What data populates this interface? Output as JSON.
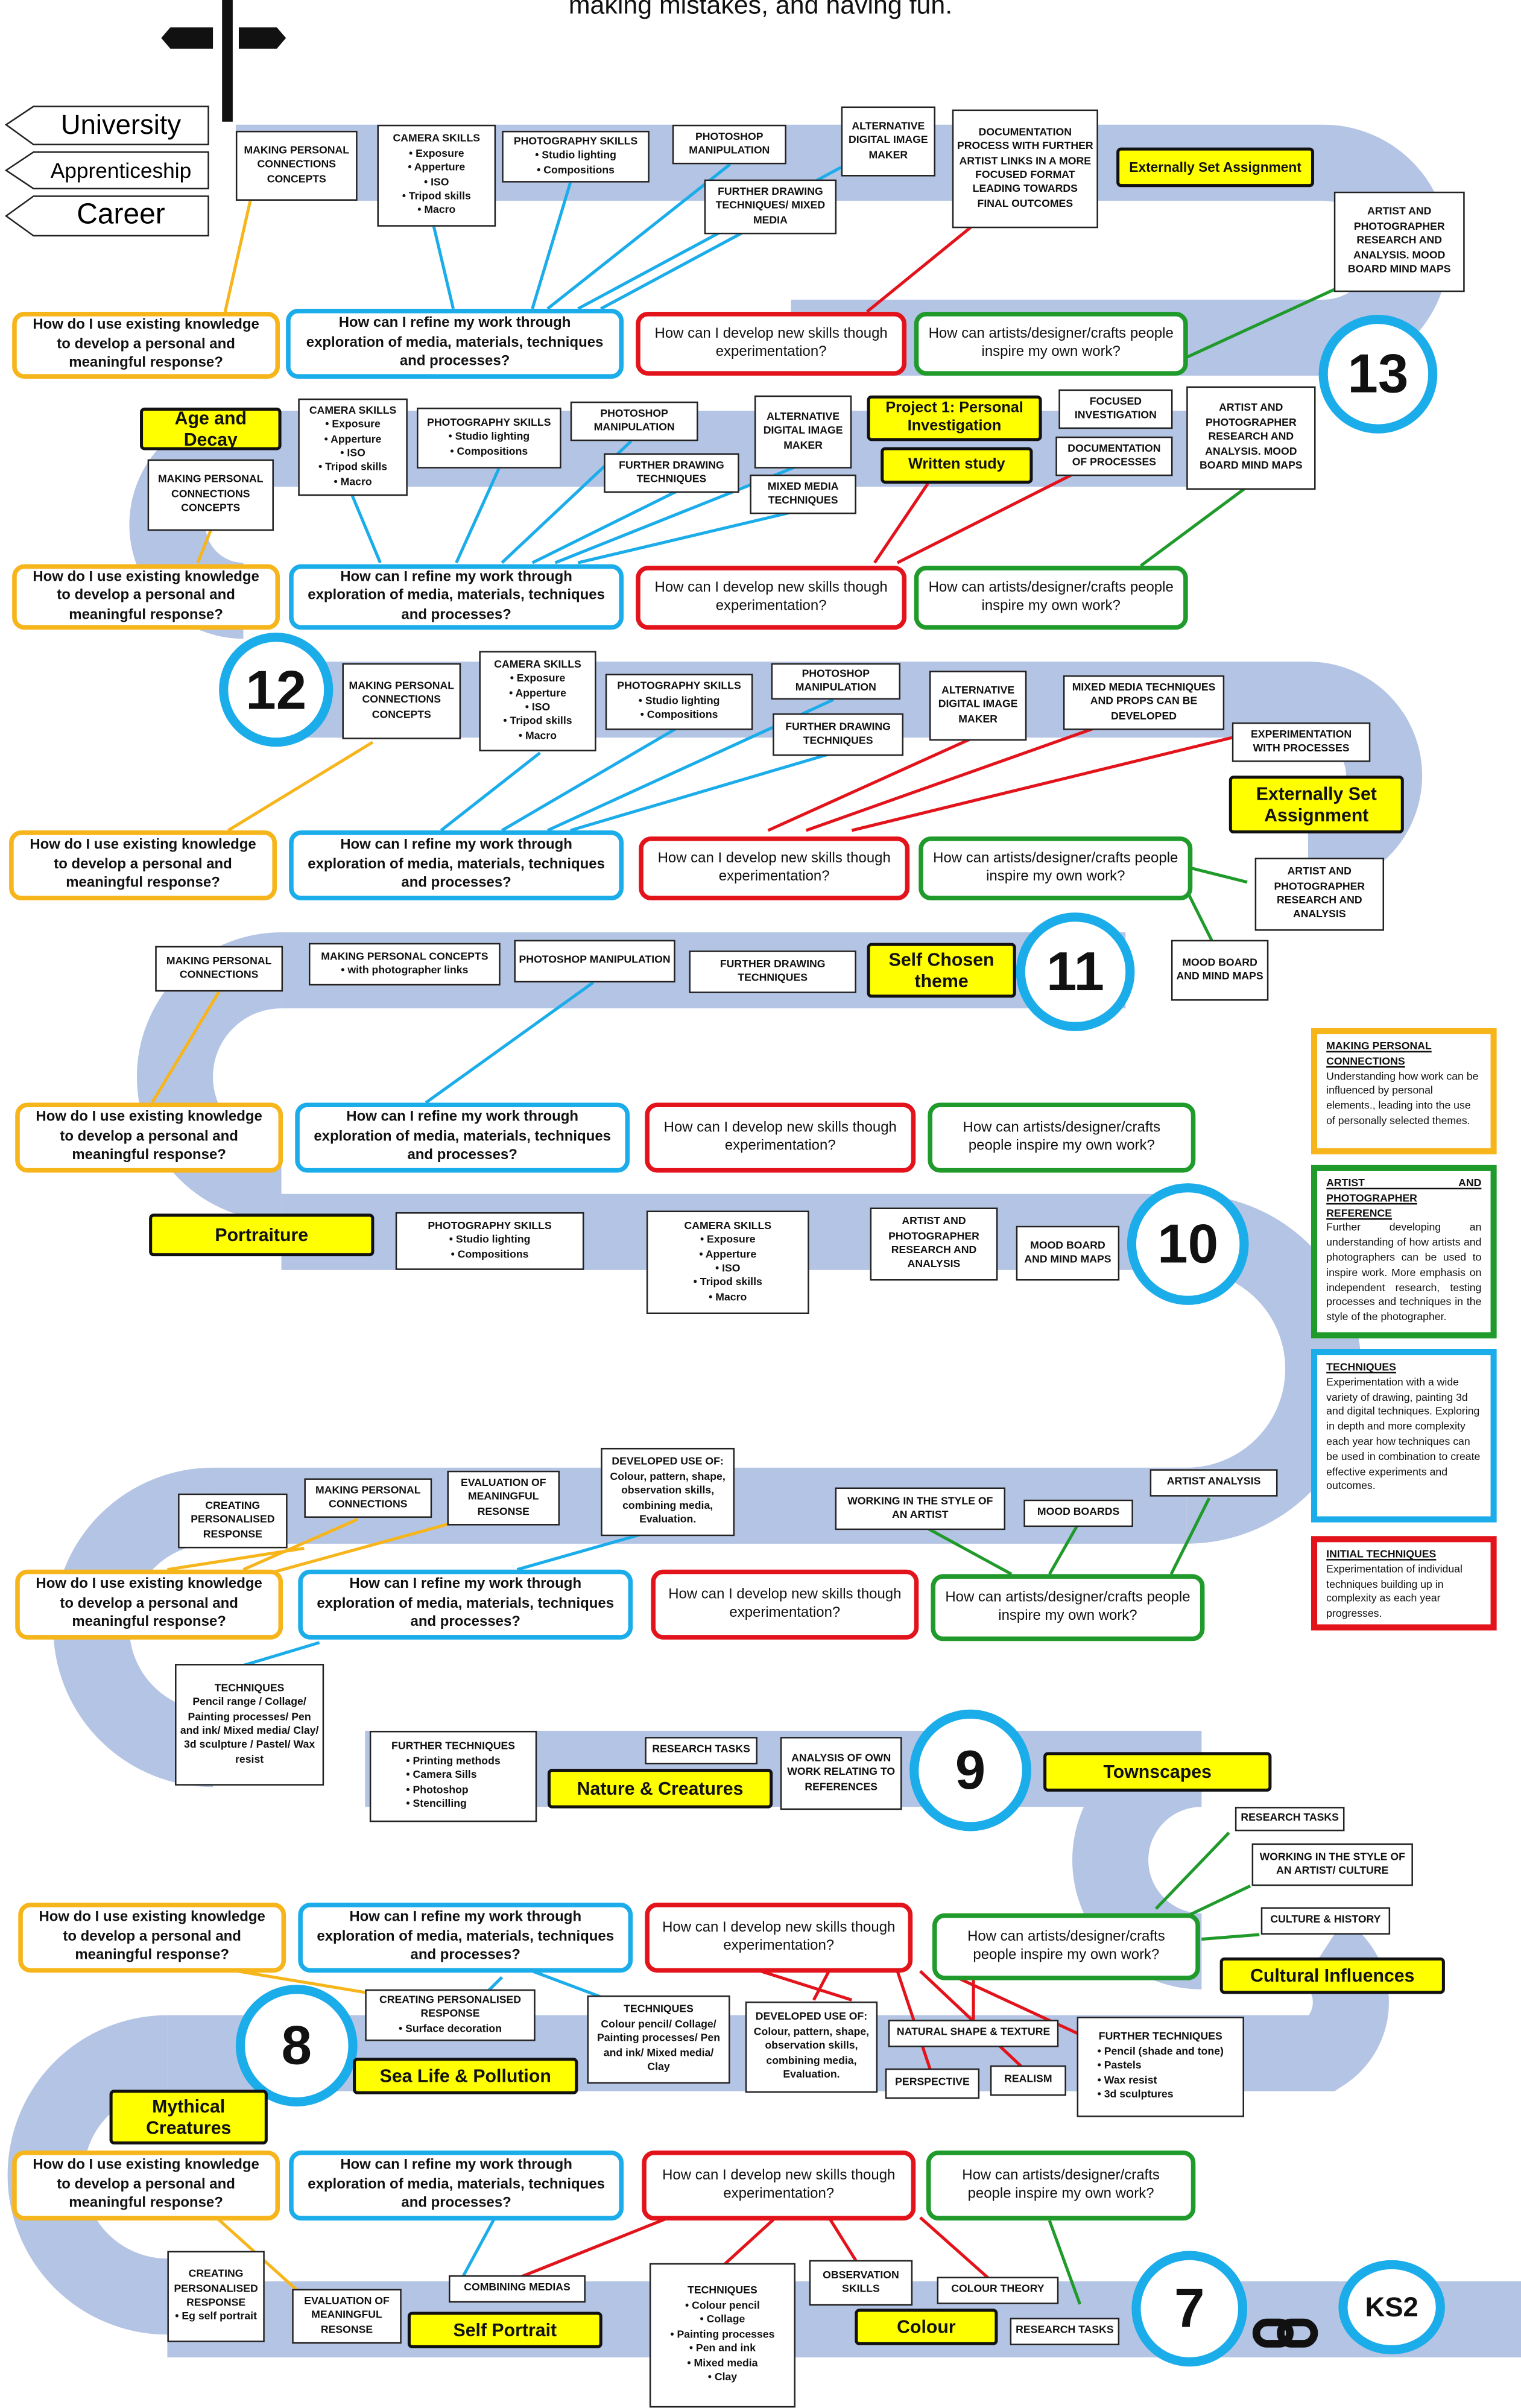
{
  "header": {
    "text": "making mistakes, and having fun."
  },
  "signpost": {
    "items": [
      "University",
      "Apprenticeship",
      "Career"
    ]
  },
  "questions": {
    "yellow": "How do I use existing knowledge to develop a personal and meaningful response?",
    "blue": "How can I refine my work through exploration of media, materials, techniques and processes?",
    "red": "How can I develop new skills though experimentation?",
    "green": "How can artists/designer/crafts people inspire my own work?"
  },
  "years": {
    "y13": "13",
    "y12": "12",
    "y11": "11",
    "y10": "10",
    "y9": "9",
    "y8": "8",
    "y7": "7",
    "ks2": "KS2"
  },
  "themes": {
    "externally_set_13": "Externally Set Assignment",
    "age_decay": "Age and Decay",
    "project1": "Project 1: Personal Investigation",
    "written_study": "Written study",
    "externally_set_12": "Externally Set Assignment",
    "self_chosen": "Self Chosen theme",
    "portraiture": "Portraiture",
    "nature": "Nature & Creatures",
    "townscapes": "Townscapes",
    "cultural": "Cultural Influences",
    "sealife": "Sea Life & Pollution",
    "mythical": "Mythical Creatures",
    "self_portrait": "Self Portrait",
    "colour": "Colour"
  },
  "boxes": {
    "b13_making": {
      "title": "MAKING PERSONAL CONNECTIONS CONCEPTS"
    },
    "b13_camera": {
      "title": "CAMERA SKILLS",
      "items": [
        "Exposure",
        "Apperture",
        "ISO",
        "Tripod skills",
        "Macro"
      ]
    },
    "b13_photo": {
      "title": "PHOTOGRAPHY SKILLS",
      "items": [
        "Studio lighting",
        "Compositions"
      ]
    },
    "b13_photoshop": {
      "title": "PHOTOSHOP MANIPULATION"
    },
    "b13_further": {
      "title": "FURTHER DRAWING TECHNIQUES/ MIXED MEDIA"
    },
    "b13_alt": {
      "title": "ALTERNATIVE DIGITAL IMAGE MAKER"
    },
    "b13_doc": {
      "title": "DOCUMENTATION PROCESS WITH FURTHER ARTIST LINKS IN A MORE FOCUSED FORMAT LEADING TOWARDS FINAL OUTCOMES"
    },
    "b13_artist": {
      "title": "ARTIST AND PHOTOGRAPHER RESEARCH AND ANALYSIS. MOOD BOARD MIND MAPS"
    },
    "b13b_camera": {
      "title": "CAMERA SKILLS",
      "items": [
        "Exposure",
        "Apperture",
        "ISO",
        "Tripod skills",
        "Macro"
      ]
    },
    "b13b_photo": {
      "title": "PHOTOGRAPHY SKILLS",
      "items": [
        "Studio lighting",
        "Compositions"
      ]
    },
    "b13b_photoshop": {
      "title": "PHOTOSHOP MANIPULATION"
    },
    "b13b_alt": {
      "title": "ALTERNATIVE DIGITAL IMAGE MAKER"
    },
    "b13b_further": {
      "title": "FURTHER DRAWING TECHNIQUES"
    },
    "b13b_mixed": {
      "title": "MIXED MEDIA TECHNIQUES"
    },
    "b13b_focused": {
      "title": "FOCUSED INVESTIGATION"
    },
    "b13b_docproc": {
      "title": "DOCUMENTATION OF PROCESSES"
    },
    "b13b_artist": {
      "title": "ARTIST AND PHOTOGRAPHER RESEARCH AND ANALYSIS. MOOD BOARD MIND MAPS"
    },
    "b13b_making": {
      "title": "MAKING PERSONAL CONNECTIONS CONCEPTS"
    },
    "b12_making": {
      "title": "MAKING PERSONAL CONNECTIONS CONCEPTS"
    },
    "b12_camera": {
      "title": "CAMERA SKILLS",
      "items": [
        "Exposure",
        "Apperture",
        "ISO",
        "Tripod skills",
        "Macro"
      ]
    },
    "b12_photo": {
      "title": "PHOTOGRAPHY SKILLS",
      "items": [
        "Studio lighting",
        "Compositions"
      ]
    },
    "b12_photoshop": {
      "title": "PHOTOSHOP MANIPULATION"
    },
    "b12_further": {
      "title": "FURTHER DRAWING TECHNIQUES"
    },
    "b12_alt": {
      "title": "ALTERNATIVE DIGITAL IMAGE MAKER"
    },
    "b12_mixed": {
      "title": "MIXED MEDIA TECHNIQUES AND PROPS CAN BE DEVELOPED"
    },
    "b12_exp": {
      "title": "EXPERIMENTATION WITH PROCESSES"
    },
    "b12_artist": {
      "title": "ARTIST AND PHOTOGRAPHER RESEARCH AND ANALYSIS"
    },
    "b11_making": {
      "title": "MAKING PERSONAL CONNECTIONS"
    },
    "b11_concepts": {
      "title": "MAKING PERSONAL CONCEPTS",
      "items": [
        "with photographer links"
      ]
    },
    "b11_photoshop": {
      "title": "PHOTOSHOP MANIPULATION"
    },
    "b11_further": {
      "title": "FURTHER DRAWING TECHNIQUES"
    },
    "b11_mood": {
      "title": "MOOD BOARD AND MIND MAPS"
    },
    "b10_photo": {
      "title": "PHOTOGRAPHY SKILLS",
      "items": [
        "Studio lighting",
        "Compositions"
      ]
    },
    "b10_camera": {
      "title": "CAMERA SKILLS",
      "items": [
        "Exposure",
        "Apperture",
        "ISO",
        "Tripod skills",
        "Macro"
      ]
    },
    "b10_artist": {
      "title": "ARTIST AND PHOTOGRAPHER RESEARCH AND ANALYSIS"
    },
    "b10_mood": {
      "title": "MOOD BOARD AND MIND MAPS"
    },
    "b9_creating": {
      "title": "CREATING PERSONALISED RESPONSE"
    },
    "b9_making": {
      "title": "MAKING PERSONAL CONNECTIONS"
    },
    "b9_eval": {
      "title": "EVALUATION OF MEANINGFUL RESONSE"
    },
    "b9_developed": {
      "title": "DEVELOPED USE OF: Colour, pattern, shape, observation skills, combining media, Evaluation."
    },
    "b9_style": {
      "title": "WORKING IN THE STYLE OF AN ARTIST"
    },
    "b9_mood": {
      "title": "MOOD BOARDS"
    },
    "b9_artist": {
      "title": "ARTIST ANALYSIS"
    },
    "b9_tech": {
      "title": "TECHNIQUES",
      "lines": [
        "Pencil range / Collage/ Painting processes/ Pen and ink/ Mixed media/ Clay/ 3d sculpture / Pastel/ Wax resist"
      ]
    },
    "b9_further": {
      "title": "FURTHER TECHNIQUES",
      "items": [
        "Printing methods",
        "Camera Sills",
        "Photoshop",
        "Stencilling"
      ]
    },
    "b9_research": {
      "title": "RESEARCH TASKS"
    },
    "b9_analysis": {
      "title": "ANALYSIS OF OWN WORK RELATING TO REFERENCES"
    },
    "b8_research": {
      "title": "RESEARCH TASKS"
    },
    "b8_style": {
      "title": "WORKING IN THE STYLE OF AN ARTIST/ CULTURE"
    },
    "b8_culture": {
      "title": "CULTURE & HISTORY"
    },
    "b8_creating": {
      "title": "CREATING PERSONALISED RESPONSE",
      "items": [
        "Surface decoration"
      ]
    },
    "b8_tech": {
      "title": "TECHNIQUES",
      "lines": [
        "Colour pencil/ Collage/ Painting processes/ Pen and ink/ Mixed media/ Clay"
      ]
    },
    "b8_developed": {
      "title": "DEVELOPED USE OF: Colour, pattern, shape, observation skills, combining media, Evaluation."
    },
    "b8_natural": {
      "title": "NATURAL SHAPE & TEXTURE"
    },
    "b8_perspective": {
      "title": "PERSPECTIVE"
    },
    "b8_realism": {
      "title": "REALISM"
    },
    "b8_further": {
      "title": "FURTHER TECHNIQUES",
      "items": [
        "Pencil (shade and tone)",
        "Pastels",
        "Wax resist",
        "3d sculptures"
      ]
    },
    "b7_creating": {
      "title": "CREATING PERSONALISED RESPONSE",
      "items": [
        "Eg self portrait"
      ]
    },
    "b7_eval": {
      "title": "EVALUATION OF MEANINGFUL RESONSE"
    },
    "b7_combining": {
      "title": "COMBINING MEDIAS"
    },
    "b7_tech": {
      "title": "TECHNIQUES",
      "items": [
        "Colour pencil",
        "Collage",
        "Painting processes",
        "Pen and ink",
        "Mixed media",
        "Clay"
      ]
    },
    "b7_observation": {
      "title": "OBSERVATION SKILLS"
    },
    "b7_colour": {
      "title": "COLOUR THEORY"
    },
    "b7_research": {
      "title": "RESEARCH TASKS"
    }
  },
  "key": {
    "making": {
      "title": "MAKING PERSONAL CONNECTIONS",
      "text": "Understanding how work can be influenced by personal elements., leading into the use of personally selected themes."
    },
    "artist": {
      "title": "ARTIST AND PHOTOGRAPHER REFERENCE",
      "text": "Further developing an understanding of how artists and photographers can be used to inspire work. More emphasis on independent research, testing processes and techniques in the style of the photographer."
    },
    "techniques": {
      "title": "TECHNIQUES",
      "text": "Experimentation with a wide variety of drawing, painting 3d and digital techniques. Exploring in depth and more complexity each year how techniques can be used in combination to create effective experiments and outcomes."
    },
    "initial": {
      "title": "INITIAL TECHNIQUES",
      "text": "Experimentation of individual techniques building up in complexity as each year progresses."
    }
  },
  "colors": {
    "yellow": "#f7b51c",
    "blue": "#1bacea",
    "red": "#e3131b",
    "green": "#1f9a2b",
    "road": "#b4c4e4",
    "highlight": "#ffff00"
  },
  "icons": {
    "signpost": "signpost-icon",
    "chain": "chain-link-icon"
  }
}
